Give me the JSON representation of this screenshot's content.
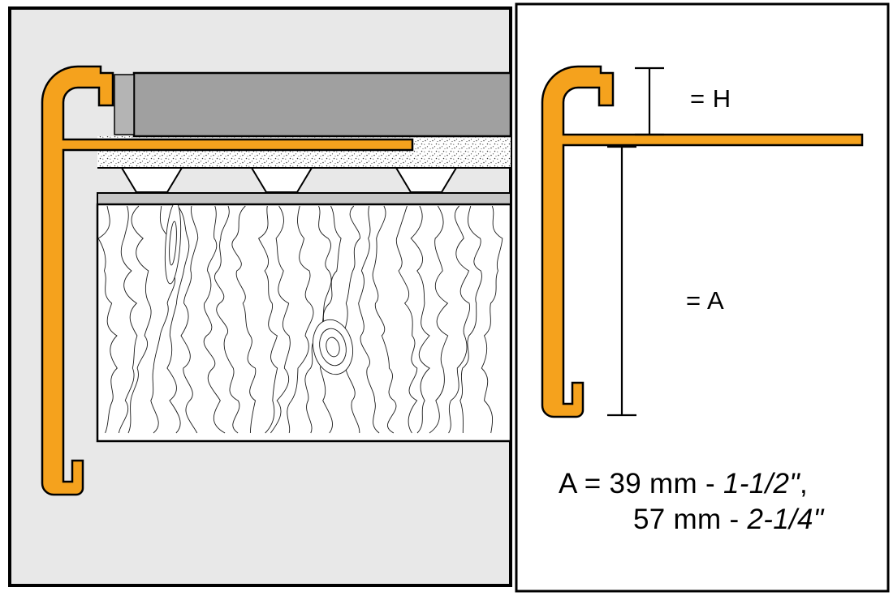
{
  "colors": {
    "profile": "#F5A21D",
    "tile": "#A0A0A0",
    "joint": "#B4B4B4",
    "membrane": "#C6C6C6",
    "left_panel_bg": "#E8E8E8",
    "right_panel_bg": "#FFFFFF",
    "line": "#000000"
  },
  "labels": {
    "height_dim": "= H",
    "leg_dim": "= A"
  },
  "spec": {
    "line1_regular": "A = 39 mm - ",
    "line1_italic": "1-1/2\"",
    "line1_tail": ",",
    "line2_regular": "57 mm - ",
    "line2_italic": "2-1/4\""
  }
}
